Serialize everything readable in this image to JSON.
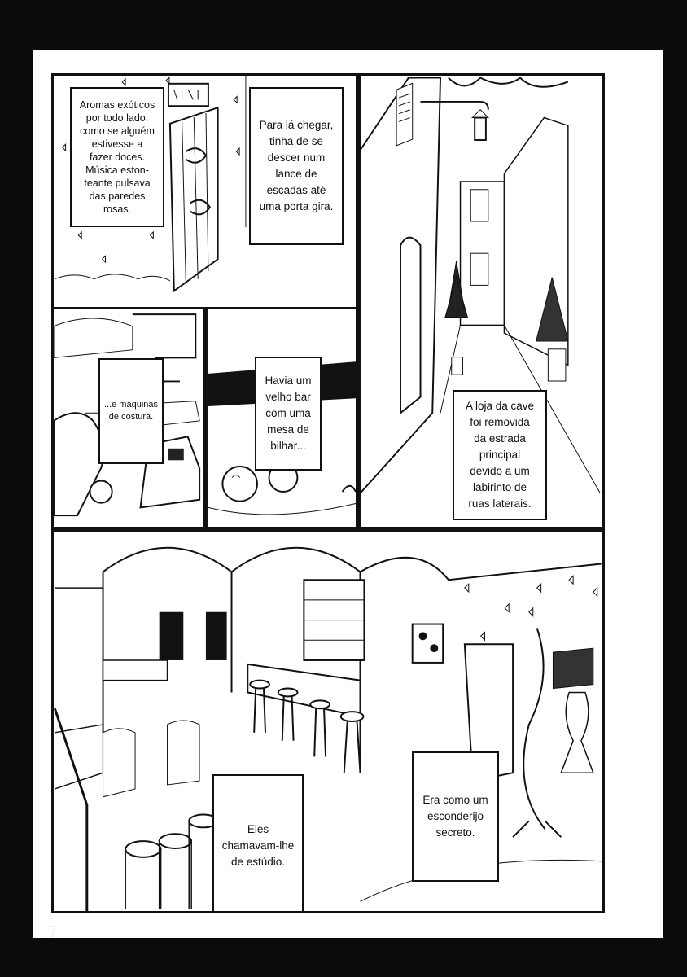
{
  "page": {
    "number": "7",
    "background_color": "#0b0b0b",
    "panel_color": "#ffffff",
    "ink_color": "#111111"
  },
  "panels": {
    "door": {
      "caption": "Aromas exóticos\npor todo lado,\ncomo se alguém\nestivesse a\nfazer doces.\nMúsica eston-\nteante pulsava\ndas paredes\nrosas.",
      "sign_icon": "hanging-sign-icon"
    },
    "stairs": {
      "caption": "Para lá chegar,\ntinha de se\ndescer num\nlance de\nescadas até\numa porta gira."
    },
    "alley": {
      "caption": "A loja da cave\nfoi removida\nda estrada\nprincipal\ndevido a um\nlabirinto de\nruas laterais.",
      "lantern_icon": "street-lantern-icon"
    },
    "sewing": {
      "caption": "...e máquinas\nde costura."
    },
    "bar": {
      "caption": "Havia um\nvelho bar\ncom uma\nmesa de\nbilhar..."
    },
    "studio": {
      "caption_left": "Eles\nchamavam-lhe\nde estúdio.",
      "caption_right": "Era como um\nesconderijo\nsecreto."
    }
  }
}
